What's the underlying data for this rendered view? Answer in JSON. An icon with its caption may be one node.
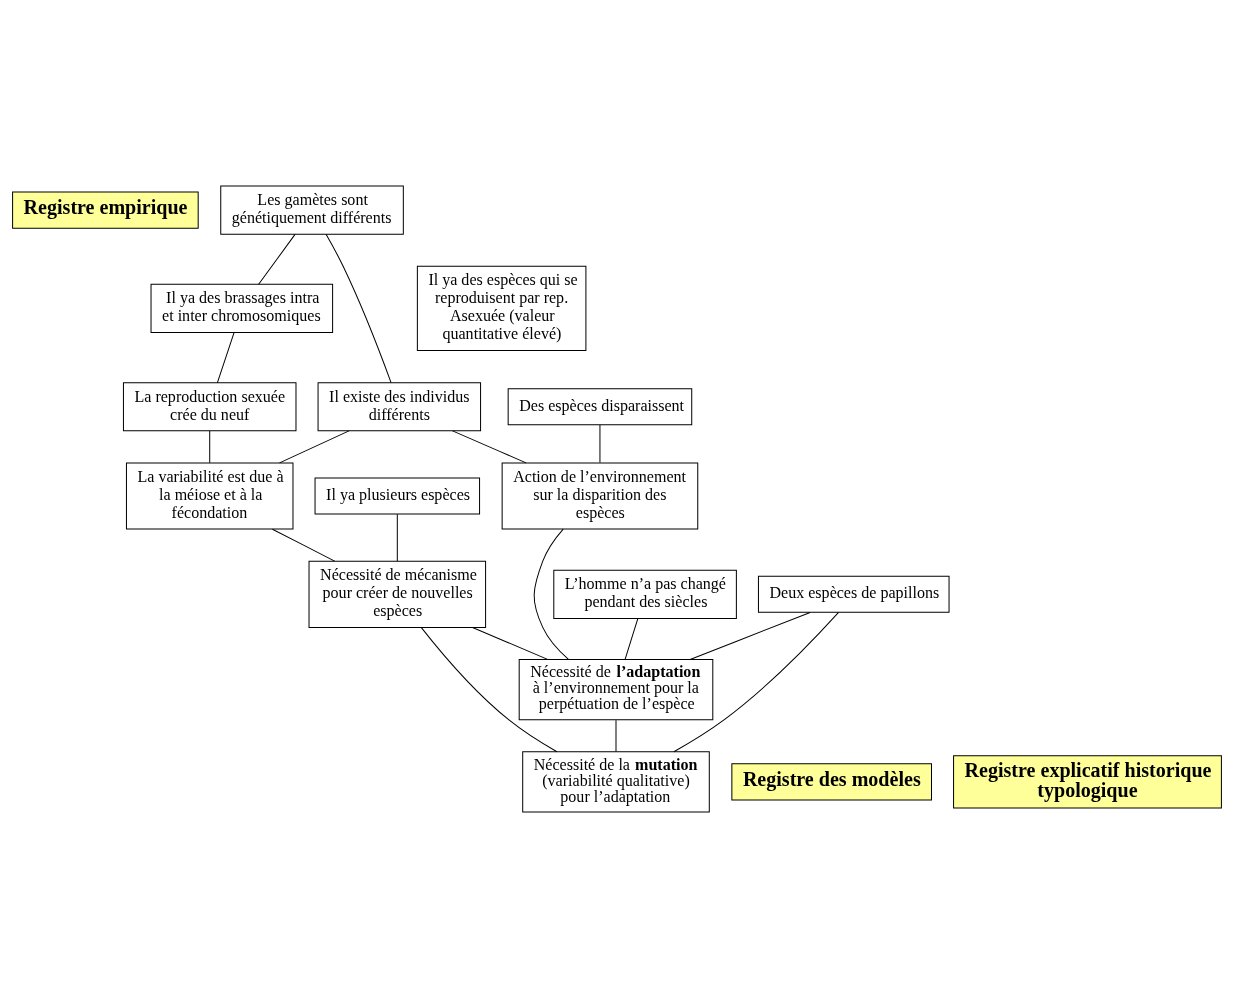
{
  "diagram": {
    "nodes": [
      {
        "text": [
          "Registre empirique"
        ]
      },
      {
        "text": [
          "Les gamètes sont génétiquement différents"
        ]
      },
      {
        "text": [
          "Il existe des individus différents"
        ]
      },
      {
        "text": [
          "Des espèces disparaissent"
        ]
      },
      {
        "text": [
          "Il ya des espèces qui se reproduisent par rep. Asexuée (valeur quantitative élevé)"
        ]
      },
      {
        "text": [
          "L’homme n’a pas changé pendant des siècles"
        ]
      },
      {
        "text": [
          "Il ya des brassages intra et inter chromosomiques"
        ]
      },
      {
        "text": [
          "Il ya plusieurs espèces"
        ]
      },
      {
        "text": [
          "Action de l’environnement sur la disparition des espèces"
        ]
      },
      {
        "text": [
          "Deux espèces de papillons"
        ]
      },
      {
        "text": [
          "La variabilité est due à la méiose et à la fécondation"
        ]
      },
      {
        "text": [
          "Nécessité de mécanisme pour créer de nouvelles espèces"
        ]
      },
      {
        "text": [
          "Nécessité de **l’adaptation** à l’environnement pour la perpétuation de l’espèce"
        ]
      },
      {
        "text": [
          "La reproduction sexuée crée du neuf"
        ]
      },
      {
        "text": [
          "Nécessité de la **mutation** (variabilité qualitative) pour l’adaptation"
        ]
      },
      {
        "text": [
          "Registre des modèles"
        ]
      },
      {
        "text": [
          "Registre explicatif historique typologique"
        ]
      }
    ],
    "edges": [
      {
        "from": 1,
        "to": 2,
        "arrow": "none"
      },
      {
        "from": 1,
        "to": 6,
        "arrow": "none"
      },
      {
        "from": 2,
        "to": 8,
        "arrow": "none"
      },
      {
        "from": 2,
        "to": 10,
        "arrow": "none"
      },
      {
        "from": 3,
        "to": 8,
        "arrow": "none"
      },
      {
        "from": 6,
        "to": 13,
        "arrow": "none"
      },
      {
        "from": 13,
        "to": 10,
        "arrow": "none"
      },
      {
        "from": 7,
        "to": 11,
        "arrow": "none"
      },
      {
        "from": 10,
        "to": 11,
        "arrow": "none"
      },
      {
        "from": 11,
        "to": 12,
        "arrow": "none"
      },
      {
        "from": 11,
        "to": 14,
        "arrow": "none"
      },
      {
        "from": 8,
        "to": 12,
        "arrow": "none"
      },
      {
        "from": 5,
        "to": 12,
        "arrow": "none"
      },
      {
        "from": 9,
        "to": 12,
        "arrow": "none"
      },
      {
        "from": 9,
        "to": 14,
        "arrow": "none"
      },
      {
        "from": 12,
        "to": 14,
        "arrow": "none"
      }
    ]
  }
}
